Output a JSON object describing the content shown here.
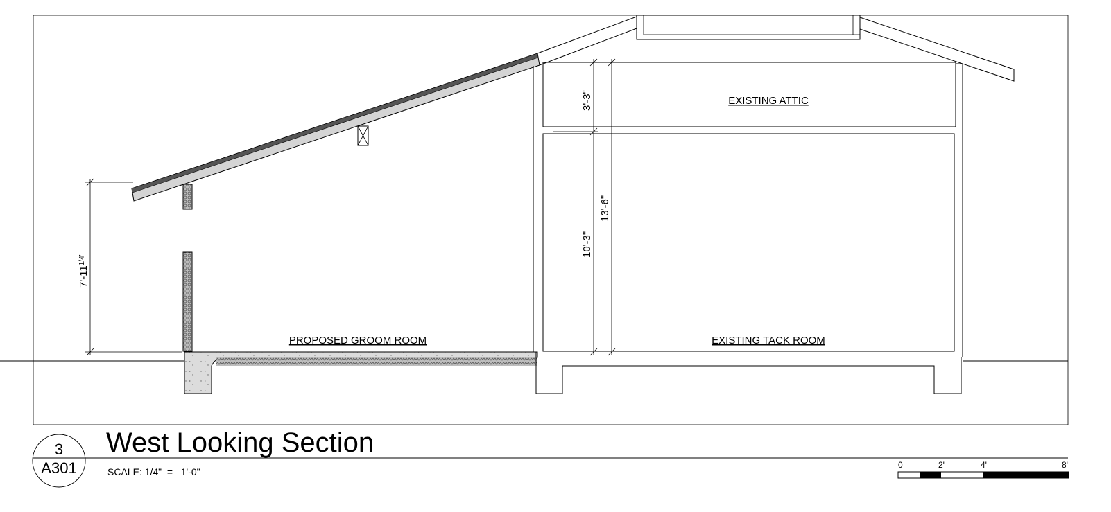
{
  "drawing": {
    "rooms": {
      "attic": "EXISTING ATTIC",
      "tack_room": "EXISTING TACK ROOM",
      "groom_room": "PROPOSED GROOM ROOM"
    },
    "dimensions": {
      "left_wall_height": "7'-11",
      "left_wall_height_fraction": "1/4\"",
      "attic_height": "3'-3\"",
      "tack_room_height": "10'-3\"",
      "total_height": "13'-6\""
    }
  },
  "title_block": {
    "detail_number": "3",
    "sheet_number": "A301",
    "title": "West Looking Section",
    "scale": "SCALE: 1/4\"  =   1'-0\""
  },
  "scale_bar": {
    "labels": [
      "0",
      "2'",
      "4'",
      "8'"
    ]
  },
  "colors": {
    "line": "#000000",
    "roof_fill": "#d4d4d4",
    "roof_membrane": "#555555",
    "concrete": "#dcdcdc"
  }
}
